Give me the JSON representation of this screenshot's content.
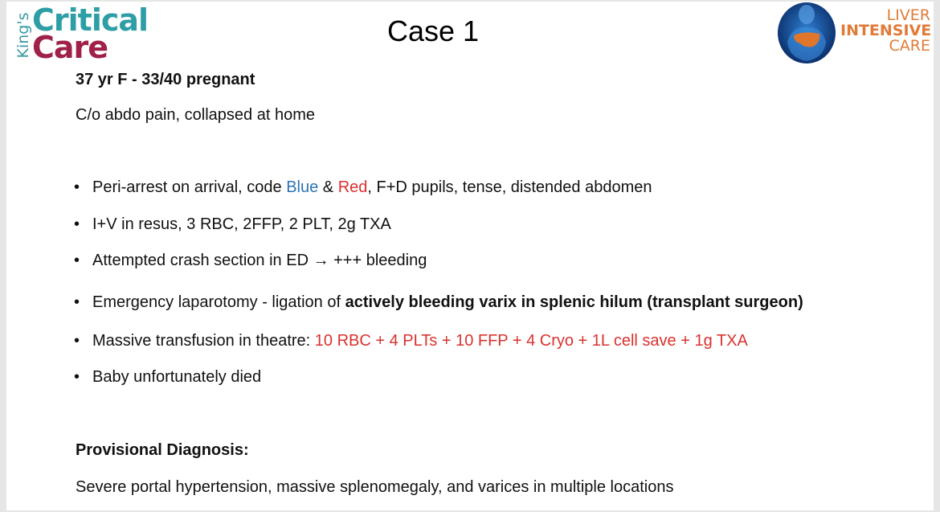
{
  "logos": {
    "left": {
      "kings": "King's",
      "critical": "Critical",
      "care": "Care"
    },
    "right": {
      "line1": "LIVER",
      "line2": "INTENSIVE",
      "line3": "CARE"
    }
  },
  "slide": {
    "title": "Case 1",
    "patient": "37 yr F - 33/40 pregnant",
    "complaint": "C/o abdo pain, collapsed at home",
    "bullets": [
      {
        "a": "Peri-arrest on arrival, code ",
        "blue": "Blue",
        "amp": " & ",
        "red": "Red",
        "b": ", F+D pupils, tense, distended abdomen"
      },
      {
        "text": "I+V in resus, 3 RBC, 2FFP, 2 PLT, 2g TXA"
      },
      {
        "text": "Attempted crash section in ED  → +++ bleeding"
      },
      {
        "a": "Emergency laparotomy - ligation of ",
        "bold": "actively bleeding varix in splenic hilum (transplant surgeon)"
      },
      {
        "a": "Massive transfusion in theatre: ",
        "red": "10 RBC + 4 PLTs + 10 FFP + 4 Cryo + 1L cell save + 1g TXA"
      },
      {
        "text": "Baby unfortunately died"
      }
    ],
    "diagnosis_heading": "Provisional Diagnosis:",
    "diagnosis": "Severe portal hypertension, massive splenomegaly, and varices in multiple locations"
  },
  "colors": {
    "teal": "#2e9ea6",
    "maroon": "#a02148",
    "orange": "#e07b39",
    "blue": "#2e75b6",
    "red": "#d9322e"
  }
}
